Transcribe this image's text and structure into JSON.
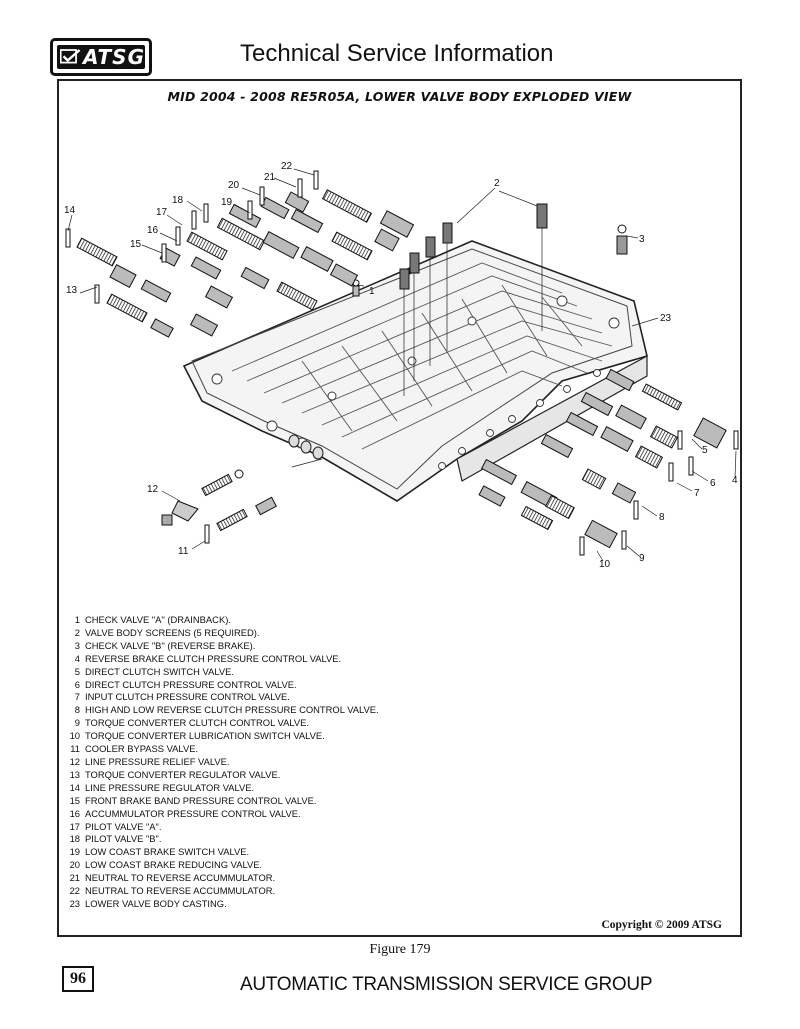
{
  "header": {
    "logo_text": "ATSG",
    "title": "Technical Service Information"
  },
  "diagram": {
    "title": "MID 2004 - 2008 RE5R05A, LOWER VALVE BODY EXPLODED VIEW",
    "callouts": [
      "1",
      "2",
      "3",
      "4",
      "5",
      "6",
      "7",
      "8",
      "9",
      "10",
      "11",
      "12",
      "13",
      "14",
      "15",
      "16",
      "17",
      "18",
      "19",
      "20",
      "21",
      "22",
      "23"
    ],
    "legend": [
      {
        "num": "1",
        "text": "CHECK VALVE \"A\"  (DRAINBACK)."
      },
      {
        "num": "2",
        "text": "VALVE BODY SCREENS  (5 REQUIRED)."
      },
      {
        "num": "3",
        "text": "CHECK VALVE \"B\"  (REVERSE BRAKE)."
      },
      {
        "num": "4",
        "text": "REVERSE BRAKE CLUTCH PRESSURE CONTROL VALVE."
      },
      {
        "num": "5",
        "text": "DIRECT CLUTCH SWITCH VALVE."
      },
      {
        "num": "6",
        "text": "DIRECT CLUTCH PRESSURE CONTROL VALVE."
      },
      {
        "num": "7",
        "text": "INPUT CLUTCH PRESSURE CONTROL VALVE."
      },
      {
        "num": "8",
        "text": "HIGH AND LOW REVERSE CLUTCH PRESSURE CONTROL VALVE."
      },
      {
        "num": "9",
        "text": "TORQUE CONVERTER CLUTCH CONTROL VALVE."
      },
      {
        "num": "10",
        "text": "TORQUE CONVERTER LUBRICATION SWITCH VALVE."
      },
      {
        "num": "11",
        "text": "COOLER BYPASS VALVE."
      },
      {
        "num": "12",
        "text": "LINE PRESSURE RELIEF VALVE."
      },
      {
        "num": "13",
        "text": "TORQUE CONVERTER REGULATOR VALVE."
      },
      {
        "num": "14",
        "text": "LINE PRESSURE REGULATOR VALVE."
      },
      {
        "num": "15",
        "text": "FRONT BRAKE BAND PRESSURE CONTROL VALVE."
      },
      {
        "num": "16",
        "text": "ACCUMMULATOR PRESSURE CONTROL VALVE."
      },
      {
        "num": "17",
        "text": "PILOT VALVE \"A\"."
      },
      {
        "num": "18",
        "text": "PILOT VALVE \"B\"."
      },
      {
        "num": "19",
        "text": "LOW COAST BRAKE SWITCH VALVE."
      },
      {
        "num": "20",
        "text": "LOW COAST BRAKE REDUCING VALVE."
      },
      {
        "num": "21",
        "text": "NEUTRAL TO REVERSE ACCUMMULATOR."
      },
      {
        "num": "22",
        "text": "NEUTRAL TO REVERSE ACCUMMULATOR."
      },
      {
        "num": "23",
        "text": "LOWER VALVE BODY CASTING."
      }
    ],
    "copyright": "Copyright © 2009 ATSG"
  },
  "figure_caption": "Figure 179",
  "footer": {
    "page_number": "96",
    "org": "AUTOMATIC TRANSMISSION SERVICE GROUP"
  }
}
